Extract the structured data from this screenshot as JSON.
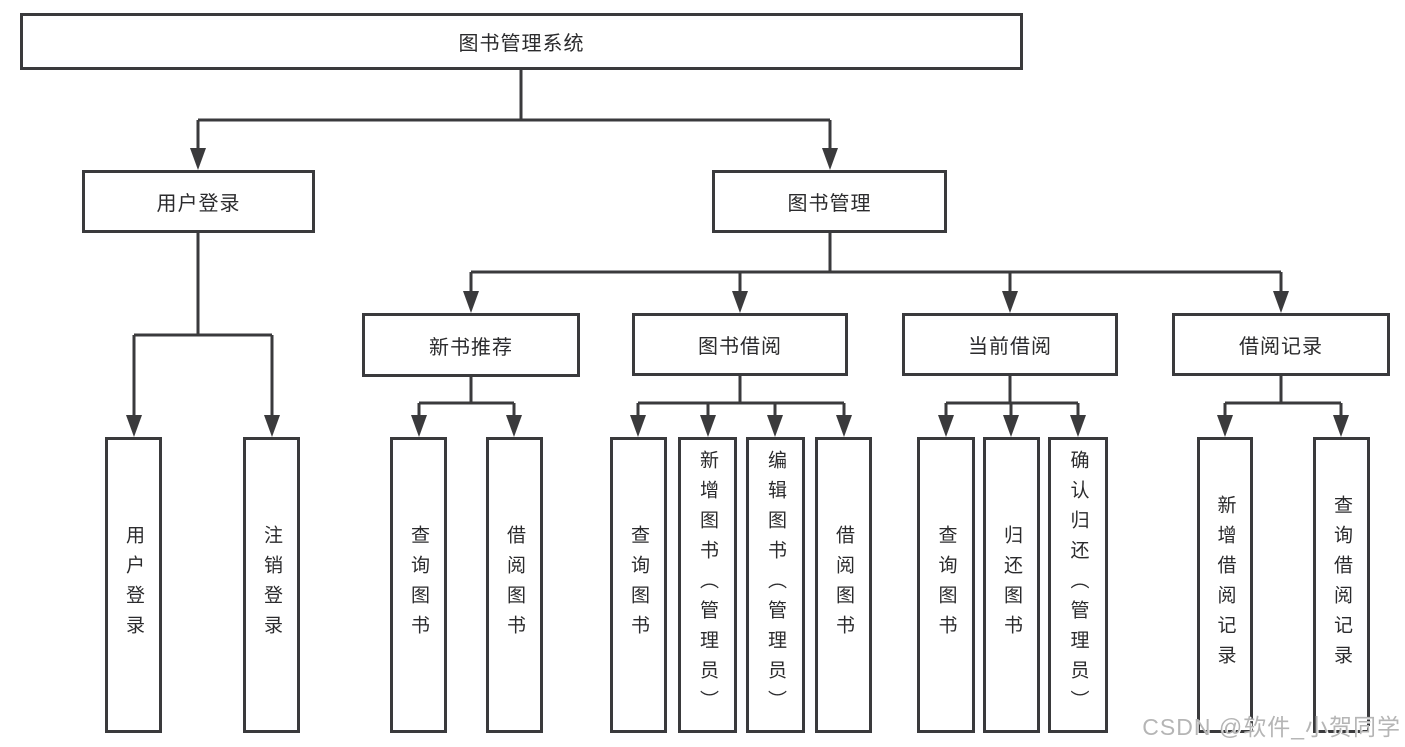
{
  "tree": {
    "label": "图书管理系统",
    "children": [
      {
        "label": "用户登录",
        "children": [
          {
            "label": "用户登录"
          },
          {
            "label": "注销登录"
          }
        ]
      },
      {
        "label": "图书管理",
        "children": [
          {
            "label": "新书推荐",
            "children": [
              {
                "label": "查询图书"
              },
              {
                "label": "借阅图书"
              }
            ]
          },
          {
            "label": "图书借阅",
            "children": [
              {
                "label": "查询图书"
              },
              {
                "label": "新增图书（管理员）"
              },
              {
                "label": "编辑图书（管理员）"
              },
              {
                "label": "借阅图书"
              }
            ]
          },
          {
            "label": "当前借阅",
            "children": [
              {
                "label": "查询图书"
              },
              {
                "label": "归还图书"
              },
              {
                "label": "确认归还（管理员）"
              }
            ]
          },
          {
            "label": "借阅记录",
            "children": [
              {
                "label": "新增借阅记录"
              },
              {
                "label": "查询借阅记录"
              }
            ]
          }
        ]
      }
    ]
  },
  "watermark": {
    "text": "CSDN @软件_小贺同学"
  },
  "colors": {
    "line": "#3a3a3c",
    "box_border": "#3a3a3c",
    "box_fill": "#ffffff",
    "text": "#2b2b2d",
    "background": "#ffffff",
    "watermark": "#b5b5b5"
  }
}
